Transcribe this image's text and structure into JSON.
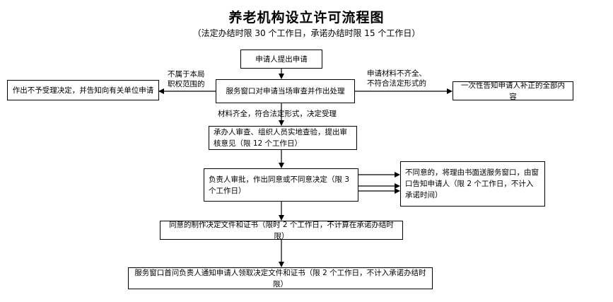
{
  "title": "养老机构设立许可流程图",
  "subtitle": "（法定办结时限 30 个工作日，承诺办结时限 15 个工作日）",
  "nodes": {
    "apply": "申请人提出申请",
    "review": "服务窗口对申请当场审查并作出处理",
    "reject": "作出不予受理决定，并告知向有关单位申请",
    "notify_missing": "一次性告知申请人补正的全部内容",
    "onsite": "承办人审查、组织人员实地查验，提出审核意见（限 12 个工作日）",
    "decision": "负责人审批，作出同意或不同意决定（限 3 个工作日）",
    "disagree": "不同意的，将理由书面送服务窗口，由窗口告知申请人（限 2 个工作日，不计入承诺时间）",
    "produce": "同意的制作决定文件和证书（限时 2 个工作日，不计算在承诺办结时限）",
    "issue": "服务窗口首问负责人通知申请人领取决定文件和证书（限 2 个工作日，不计入承诺办结时限）"
  },
  "edges": {
    "not_in_scope_line1": "不属于本局",
    "not_in_scope_line2": "职权范围的",
    "incomplete_line1": "申请材料不齐全、",
    "incomplete_line2": "不符合法定形式的",
    "accepted": "材料齐全，符合法定形式，决定受理"
  }
}
